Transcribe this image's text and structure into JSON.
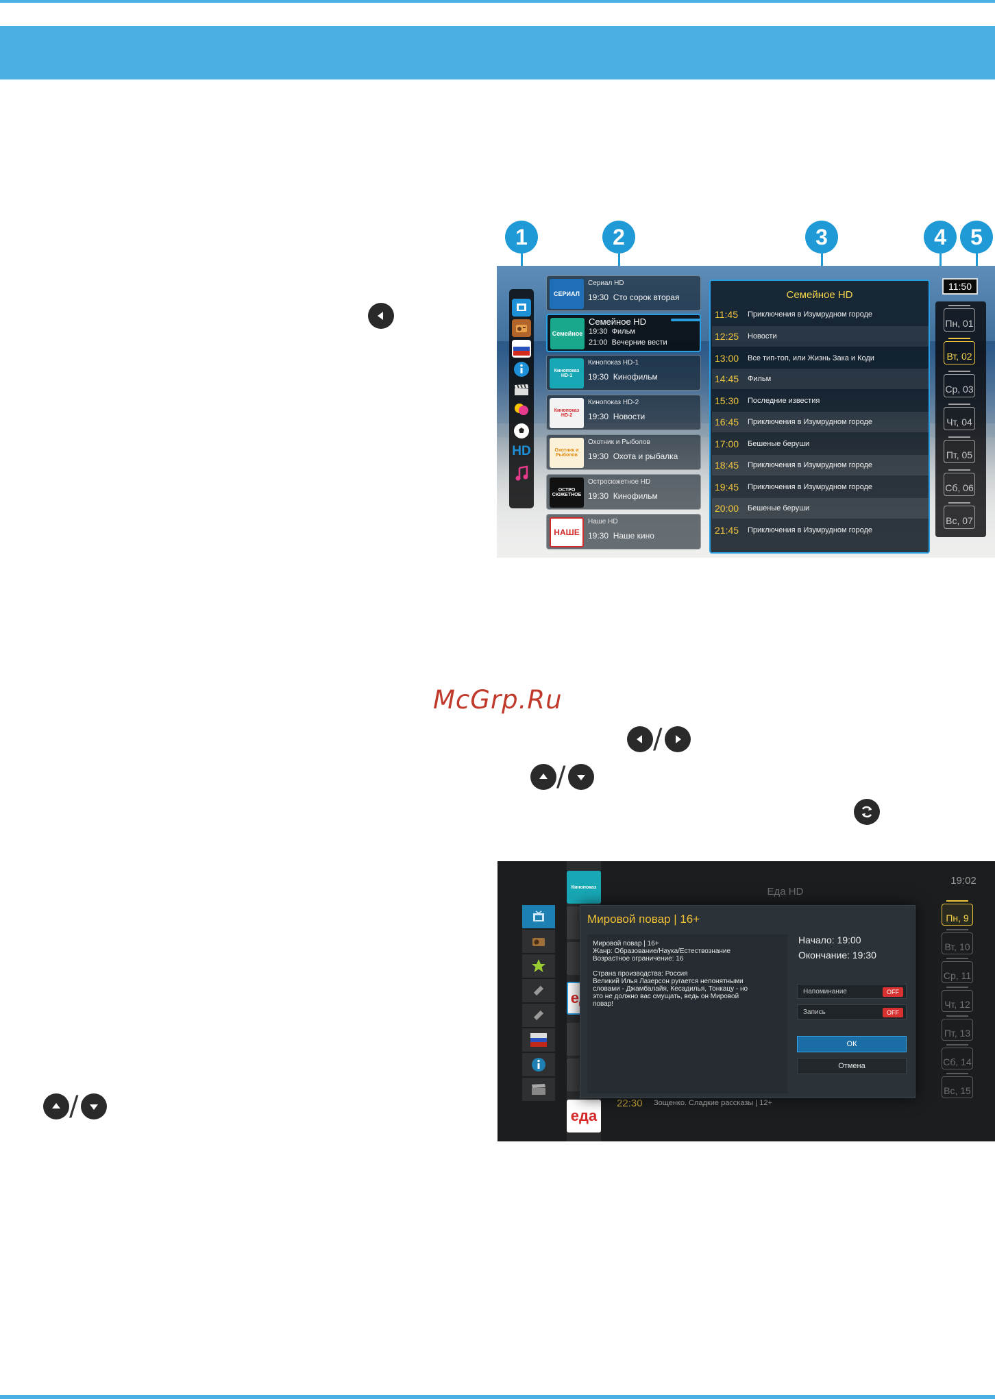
{
  "page": {
    "watermark": "McGrp.Ru",
    "slash": "/",
    "colors": {
      "accent": "#4aaee3",
      "callout": "#1f9ad6",
      "highlight": "#f0c63e",
      "off_toggle": "#d93030"
    }
  },
  "remote_icons": [
    "left-arrow-icon",
    "left-arrow-icon",
    "right-arrow-icon",
    "up-arrow-icon",
    "down-arrow-icon",
    "refresh-icon",
    "up-arrow-icon",
    "down-arrow-icon"
  ],
  "epg": {
    "callouts": [
      "1",
      "2",
      "3",
      "4",
      "5"
    ],
    "clock": "11:50",
    "categories": [
      "tv-icon",
      "radio-icon",
      "russia-flag-icon",
      "info-icon",
      "clapperboard-icon",
      "balloons-icon",
      "football-icon",
      "hd-icon",
      "music-icon"
    ],
    "hd_label": "HD",
    "channels": [
      {
        "logo": "СЕРИАЛ",
        "name": "Сериал HD",
        "time": "19:30",
        "program": "Сто сорок вторая"
      },
      {
        "logo": "Семейное",
        "name": "Семейное HD",
        "time": "19:30",
        "program": "Фильм",
        "time2": "21:00",
        "program2": "Вечерние вести"
      },
      {
        "logo": "Кинопоказ HD-1",
        "name": "Кинопоказ HD-1",
        "time": "19:30",
        "program": "Кинофильм"
      },
      {
        "logo": "Кинопоказ HD-2",
        "name": "Кинопоказ HD-2",
        "time": "19:30",
        "program": "Новости"
      },
      {
        "logo": "Охотник и Рыболов",
        "name": "Охотник и Рыболов",
        "time": "19:30",
        "program": "Охота и рыбалка"
      },
      {
        "logo": "ОСТРО СЮЖЕТНОЕ",
        "name": "Остросюжетное HD",
        "time": "19:30",
        "program": "Кинофильм"
      },
      {
        "logo": "НАШЕ",
        "name": "Наше HD",
        "time": "19:30",
        "program": "Наше кино"
      }
    ],
    "schedule_title": "Семейное HD",
    "schedule": [
      {
        "time": "11:45",
        "title": "Приключения в Изумрудном городе"
      },
      {
        "time": "12:25",
        "title": "Новости"
      },
      {
        "time": "13:00",
        "title": "Все тип-топ, или Жизнь Зака и Коди"
      },
      {
        "time": "14:45",
        "title": "Фильм"
      },
      {
        "time": "15:30",
        "title": "Последние известия"
      },
      {
        "time": "16:45",
        "title": "Приключения в Изумрудном городе"
      },
      {
        "time": "17:00",
        "title": "Бешеные беруши"
      },
      {
        "time": "18:45",
        "title": "Приключения в Изумрудном городе"
      },
      {
        "time": "19:45",
        "title": "Приключения в Изумрудном городе"
      },
      {
        "time": "20:00",
        "title": "Бешеные беруши"
      },
      {
        "time": "21:45",
        "title": "Приключения в Изумрудном городе"
      }
    ],
    "dates": [
      "Пн, 01",
      "Вт, 02",
      "Ср, 03",
      "Чт, 04",
      "Пт, 05",
      "Сб, 06",
      "Вс, 07"
    ],
    "selected_date": 1
  },
  "info": {
    "clock": "19:02",
    "channel_title": "Еда HD",
    "categories": [
      "tv-icon",
      "radio-icon",
      "star-icon",
      "satellite-icon",
      "satellite-icon",
      "russia-flag-icon",
      "info-icon",
      "clapperboard-icon"
    ],
    "channel_logos": [
      "Кинопоказ",
      "",
      "",
      "еда",
      "",
      "",
      "еда"
    ],
    "dialog": {
      "title": "Мировой повар | 16+",
      "lines_1": [
        "Мировой повар | 16+",
        "Жанр: Образование/Наука/Естествознание",
        "Возрастное ограничение: 16"
      ],
      "lines_2": [
        "Страна производства: Россия",
        "Великий Илья Лазерсон ругается непонятными",
        "словами - Джамбалайя, Кесадилья, Тонкацу - но",
        "это не должно вас смущать, ведь он Мировой",
        "повар!"
      ],
      "start": "Начало: 19:00",
      "end": "Окончание: 19:30",
      "reminder_label": "Напоминание",
      "record_label": "Запись",
      "toggle_state": "OFF",
      "ok_label": "ОК",
      "cancel_label": "Отмена"
    },
    "bottom_time": "22:30",
    "bottom_program": "Зощенко. Сладкие рассказы | 12+",
    "dates": [
      "Пн, 9",
      "Вт, 10",
      "Ср, 11",
      "Чт, 12",
      "Пт, 13",
      "Сб, 14",
      "Вс, 15"
    ],
    "selected_date": 0
  }
}
